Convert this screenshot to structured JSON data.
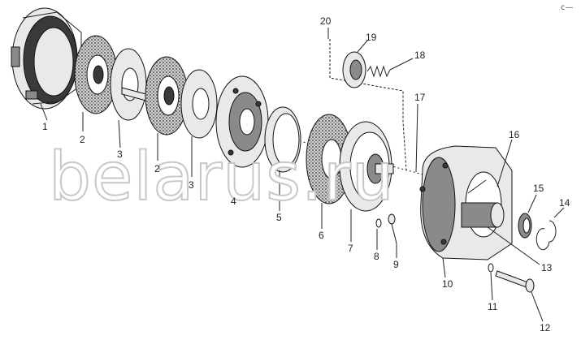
{
  "figure": {
    "watermark": "belarus.ru",
    "corner_mark": "с—",
    "callouts": [
      {
        "id": "1",
        "text": "1"
      },
      {
        "id": "2a",
        "text": "2"
      },
      {
        "id": "3a",
        "text": "3"
      },
      {
        "id": "2b",
        "text": "2"
      },
      {
        "id": "3b",
        "text": "3"
      },
      {
        "id": "4",
        "text": "4"
      },
      {
        "id": "5",
        "text": "5"
      },
      {
        "id": "6",
        "text": "6"
      },
      {
        "id": "7",
        "text": "7"
      },
      {
        "id": "8",
        "text": "8"
      },
      {
        "id": "9",
        "text": "9"
      },
      {
        "id": "10",
        "text": "10"
      },
      {
        "id": "11",
        "text": "11"
      },
      {
        "id": "12",
        "text": "12"
      },
      {
        "id": "13",
        "text": "13"
      },
      {
        "id": "14",
        "text": "14"
      },
      {
        "id": "15",
        "text": "15"
      },
      {
        "id": "16",
        "text": "16"
      },
      {
        "id": "17",
        "text": "17"
      },
      {
        "id": "18",
        "text": "18"
      },
      {
        "id": "19",
        "text": "19"
      },
      {
        "id": "20",
        "text": "20"
      }
    ]
  }
}
